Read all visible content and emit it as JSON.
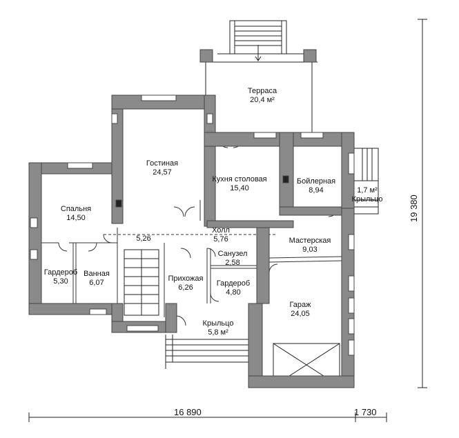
{
  "colors": {
    "wall": "#8a8a8a",
    "wall_dark": "#555555",
    "line": "#222222",
    "bg": "#ffffff"
  },
  "rooms": {
    "terrace": {
      "name": "Терраса",
      "area": "20,4 м²"
    },
    "living": {
      "name": "Гостиная",
      "area": "24,57"
    },
    "kitchen": {
      "name": "Кухня столовая",
      "area": "15,40"
    },
    "boiler": {
      "name": "Бойлерная",
      "area": "8,94"
    },
    "porch_right": {
      "area": "1,7 м²",
      "name": "Крыльцо"
    },
    "bedroom": {
      "name": "Спальня",
      "area": "14,50"
    },
    "corridor": {
      "area": "5,26"
    },
    "hall": {
      "name": "Холл",
      "area": "5,76"
    },
    "workshop": {
      "name": "Мастерская",
      "area": "9,03"
    },
    "wc": {
      "name": "Санузел",
      "area": "2,58"
    },
    "wardrobe_left": {
      "name": "Гардероб",
      "area": "5,30"
    },
    "bathroom": {
      "name": "Ванная",
      "area": "6,07"
    },
    "entry": {
      "name": "Прихожая",
      "area": "6,26"
    },
    "wardrobe_right": {
      "name": "Гардероб",
      "area": "4,80"
    },
    "garage": {
      "name": "Гараж",
      "area": "24,05"
    },
    "porch_front": {
      "name": "Крыльцо",
      "area": "5,8 м²"
    }
  },
  "dimensions": {
    "width_main": "16 890",
    "width_extra": "1 730",
    "height": "19 380"
  }
}
